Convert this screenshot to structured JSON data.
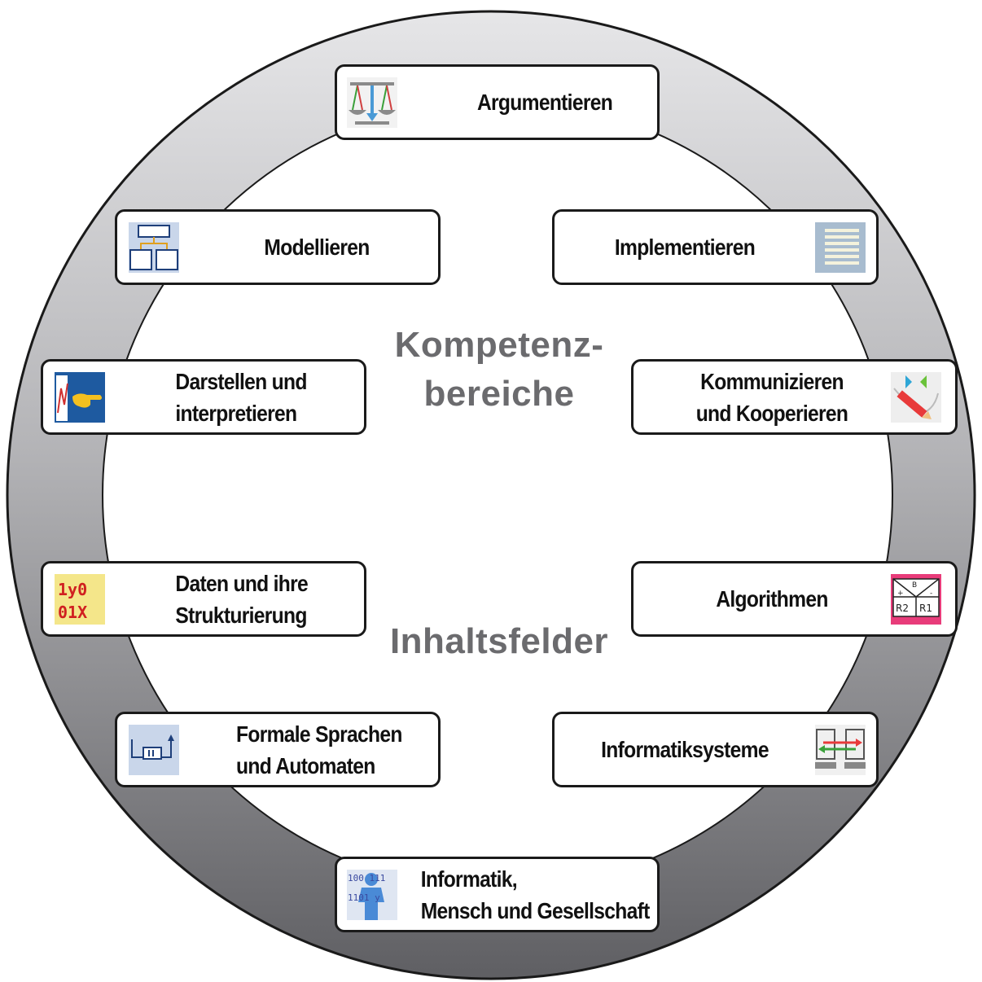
{
  "diagram": {
    "center_top_line1": "Kompetenz-",
    "center_top_line2": "bereiche",
    "center_bottom": "Inhaltsfelder",
    "boxes": [
      {
        "id": "argumentieren",
        "lines": [
          "Argumentieren"
        ],
        "icon": "scales-icon"
      },
      {
        "id": "modellieren",
        "lines": [
          "Modellieren"
        ],
        "icon": "hierarchy-diagram-icon"
      },
      {
        "id": "implementieren",
        "lines": [
          "Implementieren"
        ],
        "icon": "code-lines-icon"
      },
      {
        "id": "darstellen",
        "lines": [
          "Darstellen und",
          "interpretieren"
        ],
        "icon": "pointing-hand-icon"
      },
      {
        "id": "kommunizieren",
        "lines": [
          "Kommunizieren",
          "und Kooperieren"
        ],
        "icon": "pencil-arrows-icon"
      },
      {
        "id": "daten",
        "lines": [
          "Daten und ihre",
          "Strukturierung"
        ],
        "icon": "data-code-icon"
      },
      {
        "id": "algorithmen",
        "lines": [
          "Algorithmen"
        ],
        "icon": "structogram-icon"
      },
      {
        "id": "formale",
        "lines": [
          "Formale Sprachen",
          "und Automaten"
        ],
        "icon": "automaton-icon"
      },
      {
        "id": "informatiksysteme",
        "lines": [
          "Informatiksysteme"
        ],
        "icon": "networked-computers-icon"
      },
      {
        "id": "mensch",
        "lines": [
          "Informatik,",
          "Mensch und Gesellschaft"
        ],
        "icon": "binary-person-icon"
      }
    ]
  }
}
